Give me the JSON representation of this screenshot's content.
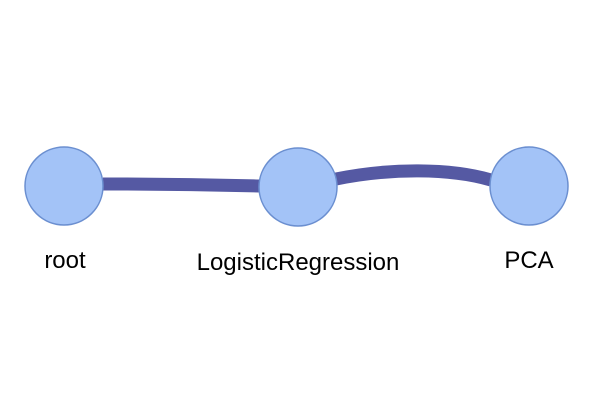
{
  "graph": {
    "nodes": [
      {
        "id": "root",
        "label": "root"
      },
      {
        "id": "logreg",
        "label": "LogisticRegression"
      },
      {
        "id": "pca",
        "label": "PCA"
      }
    ],
    "edges": [
      {
        "from": "root",
        "to": "logreg"
      },
      {
        "from": "logreg",
        "to": "pca"
      }
    ]
  },
  "colors": {
    "node_fill": "#a3c3f7",
    "node_stroke": "#6b8fd0",
    "edge": "#5559a3",
    "label": "#000000"
  }
}
